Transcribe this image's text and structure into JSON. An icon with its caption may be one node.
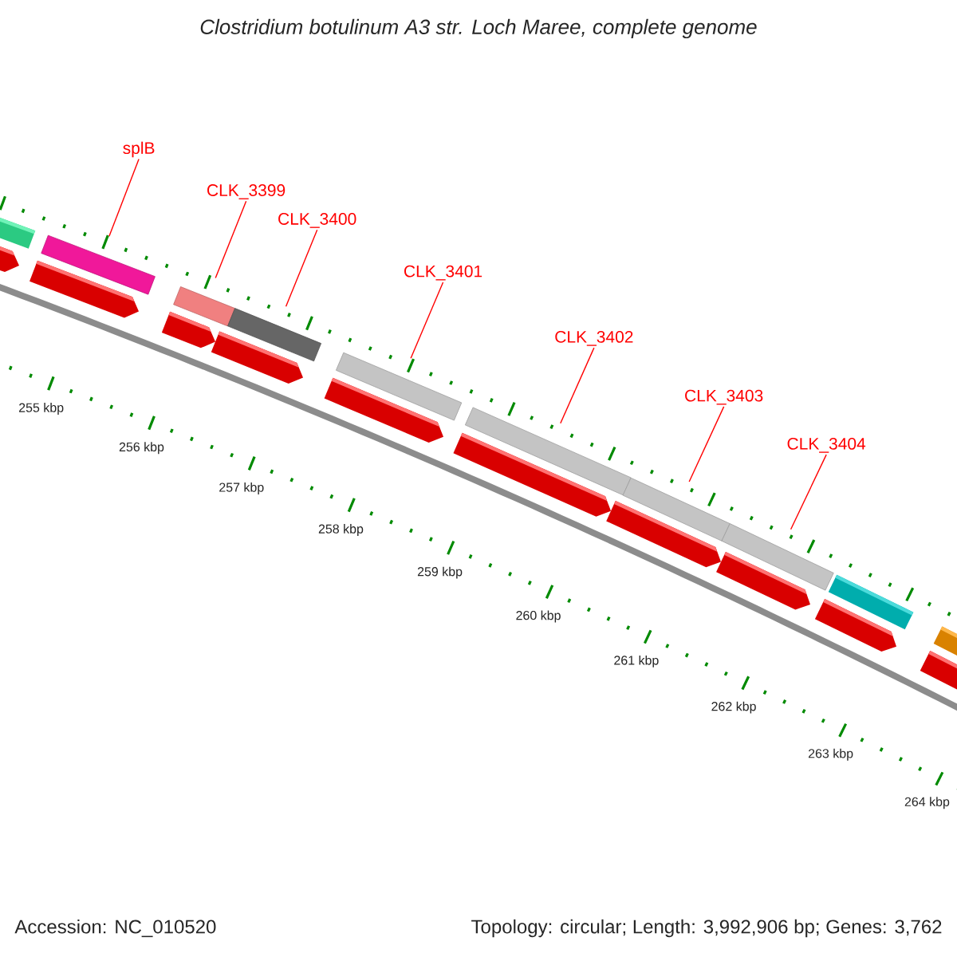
{
  "diagram": {
    "title": "Clostridium botulinum A3 str. Loch Maree, complete genome",
    "nodes": [
      {
        "text": [
          "splB"
        ]
      },
      {
        "text": [
          "CLK_3399"
        ]
      },
      {
        "text": [
          "CLK_3400"
        ]
      },
      {
        "text": [
          "CLK_3401"
        ]
      },
      {
        "text": [
          "CLK_3402"
        ]
      },
      {
        "text": [
          "CLK_3403"
        ]
      },
      {
        "text": [
          "CLK_3404"
        ]
      },
      {
        "text": [],
        "shape": "bar"
      },
      {
        "text": [],
        "shape": "bar"
      },
      {
        "text": [],
        "shape": "bar"
      },
      {
        "text": [],
        "shape": "bar"
      },
      {
        "text": [],
        "shape": "bar"
      },
      {
        "text": [],
        "shape": "bar"
      },
      {
        "text": [],
        "shape": "bar"
      }
    ],
    "edges": [
      {
        "from": 0,
        "to": 7,
        "arrow": "none"
      },
      {
        "from": 1,
        "to": 8,
        "arrow": "none"
      },
      {
        "from": 2,
        "to": 9,
        "arrow": "none"
      },
      {
        "from": 3,
        "to": 10,
        "arrow": "none"
      },
      {
        "from": 4,
        "to": 11,
        "arrow": "none"
      },
      {
        "from": 5,
        "to": 12,
        "arrow": "none"
      },
      {
        "from": 6,
        "to": 13,
        "arrow": "none"
      }
    ],
    "labels": [
      "255 kbp",
      "256 kbp",
      "257 kbp",
      "258 kbp",
      "259 kbp",
      "260 kbp",
      "261 kbp",
      "262 kbp",
      "263 kbp",
      "264 kbp",
      "Accession: NC_010520",
      "Topology: circular; Length: 3,992,906 bp; Genes: 3,762"
    ]
  }
}
